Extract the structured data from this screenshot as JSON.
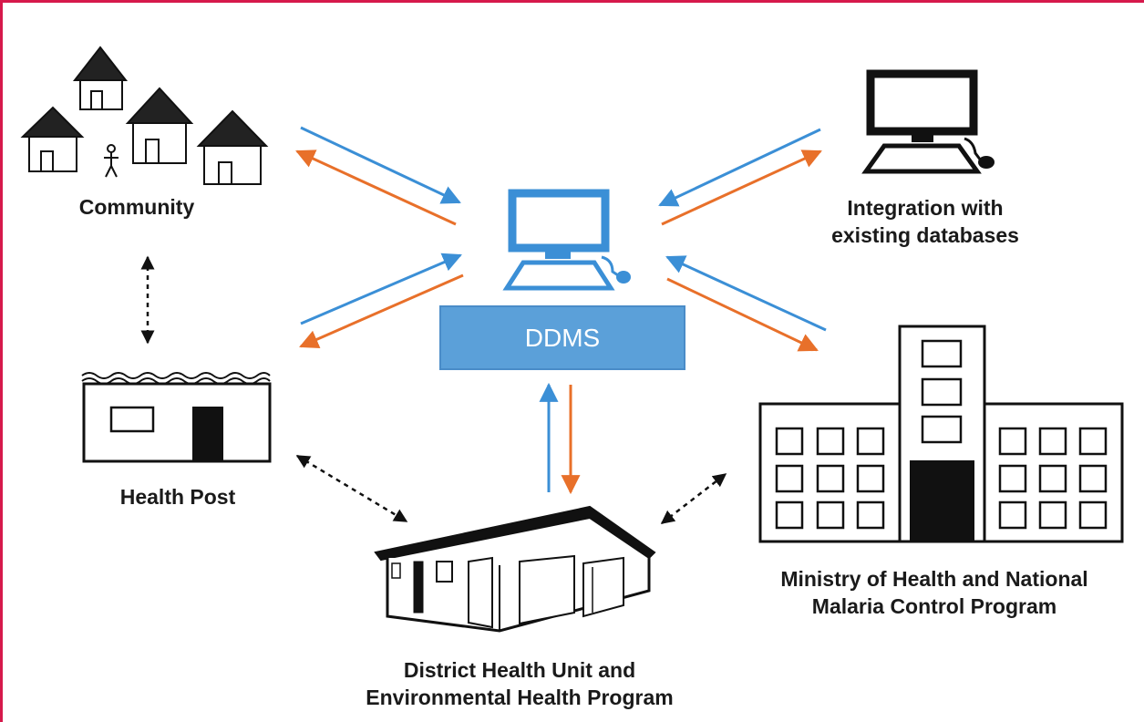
{
  "colors": {
    "frame": "#d6194b",
    "blue": "#3b8fd6",
    "orange": "#e8702a",
    "ddms_box": "#5ba0d9",
    "ddms_border": "#4a8cc8",
    "ink": "#111111"
  },
  "center": {
    "label": "DDMS",
    "icon": "computer-icon"
  },
  "nodes": {
    "community": {
      "icon": "huts-icon",
      "lines": [
        "Community"
      ]
    },
    "integration": {
      "icon": "computer-icon",
      "lines": [
        "Integration with",
        "existing databases"
      ]
    },
    "health_post": {
      "icon": "health-post-building-icon",
      "lines": [
        "Health Post"
      ]
    },
    "ministry": {
      "icon": "ministry-building-icon",
      "lines": [
        "Ministry of Health and National",
        "Malaria Control Program"
      ]
    },
    "district": {
      "icon": "district-building-icon",
      "lines": [
        "District Health Unit and",
        "Environmental Health Program"
      ]
    }
  }
}
